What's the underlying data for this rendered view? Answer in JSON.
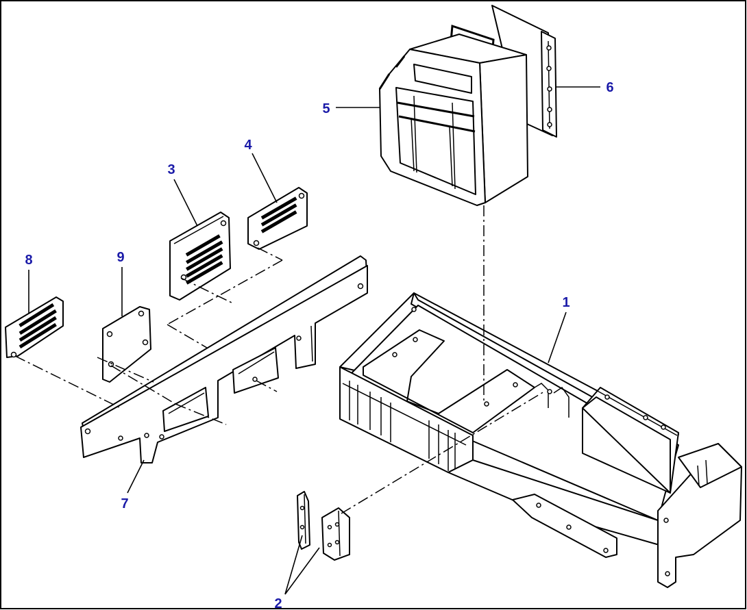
{
  "figure": {
    "border_color": "#000000",
    "callout_color": "#1a1aa8"
  },
  "callouts": [
    {
      "id": "c1",
      "label": "1"
    },
    {
      "id": "c2",
      "label": "2"
    },
    {
      "id": "c3",
      "label": "3"
    },
    {
      "id": "c4",
      "label": "4"
    },
    {
      "id": "c5",
      "label": "5"
    },
    {
      "id": "c6",
      "label": "6"
    },
    {
      "id": "c7",
      "label": "7"
    },
    {
      "id": "c8",
      "label": "8"
    },
    {
      "id": "c9",
      "label": "9"
    }
  ]
}
